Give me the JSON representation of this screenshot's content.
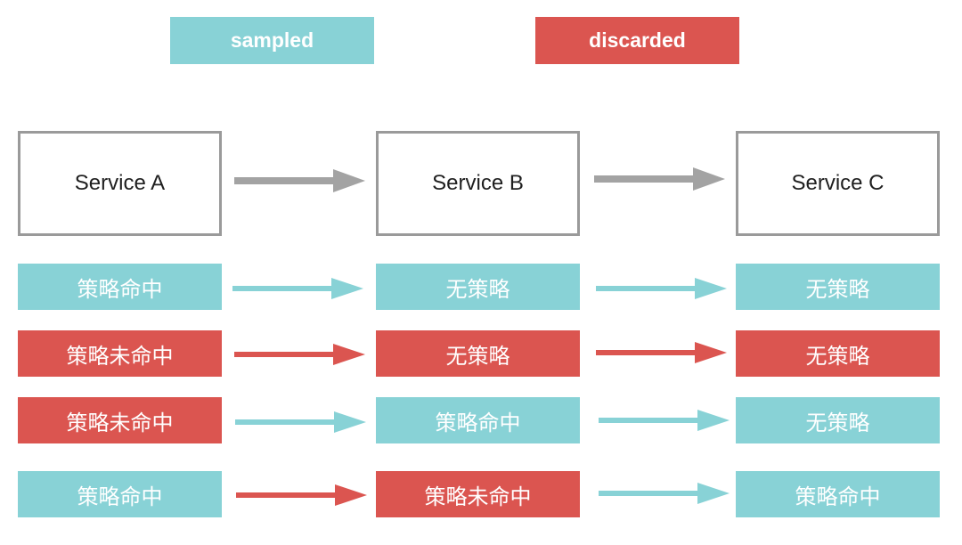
{
  "colors": {
    "sampled": "#88d2d6",
    "discarded": "#db5550",
    "service_arrow": "#a3a3a3"
  },
  "legend": {
    "sampled": "sampled",
    "discarded": "discarded"
  },
  "services": [
    "Service A",
    "Service B",
    "Service C"
  ],
  "rows": [
    {
      "cells": [
        {
          "label": "策略命中",
          "state": "sampled"
        },
        {
          "label": "无策略",
          "state": "sampled"
        },
        {
          "label": "无策略",
          "state": "sampled"
        }
      ],
      "arrows": [
        "sampled",
        "sampled"
      ]
    },
    {
      "cells": [
        {
          "label": "策略未命中",
          "state": "discarded"
        },
        {
          "label": "无策略",
          "state": "discarded"
        },
        {
          "label": "无策略",
          "state": "discarded"
        }
      ],
      "arrows": [
        "discarded",
        "discarded"
      ]
    },
    {
      "cells": [
        {
          "label": "策略未命中",
          "state": "discarded"
        },
        {
          "label": "策略命中",
          "state": "sampled"
        },
        {
          "label": "无策略",
          "state": "sampled"
        }
      ],
      "arrows": [
        "sampled",
        "sampled"
      ]
    },
    {
      "cells": [
        {
          "label": "策略命中",
          "state": "sampled"
        },
        {
          "label": "策略未命中",
          "state": "discarded"
        },
        {
          "label": "策略命中",
          "state": "sampled"
        }
      ],
      "arrows": [
        "discarded",
        "sampled"
      ]
    }
  ]
}
